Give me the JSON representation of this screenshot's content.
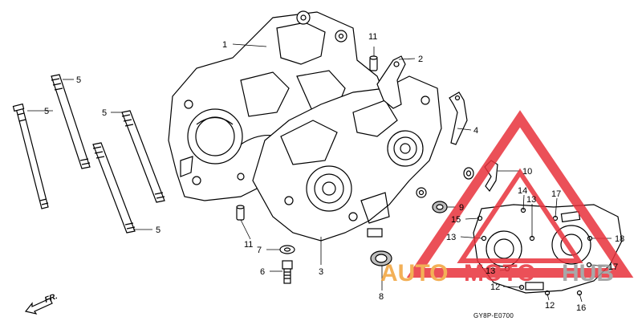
{
  "callouts": {
    "c1": "1",
    "c2": "2",
    "c3": "3",
    "c4": "4",
    "c5a": "5",
    "c5b": "5",
    "c5c": "5",
    "c5d": "5",
    "c6": "6",
    "c7": "7",
    "c8": "8",
    "c9": "9",
    "c10": "10",
    "c11a": "11",
    "c11b": "11",
    "c12a": "12",
    "c12b": "12",
    "c13a": "13",
    "c13b": "13",
    "c13c": "13",
    "c14": "14",
    "c15": "15",
    "c16": "16",
    "c17a": "17",
    "c17b": "17",
    "c18": "18"
  },
  "direction_label": "FR.",
  "drawing_code": "GY8P-E0700",
  "watermark": {
    "text_auto": "AUTO",
    "text_moto": "MOTO",
    "text_hub": "HUB",
    "color_red": "#e8323c",
    "color_orange": "#f2a33a",
    "color_gray": "#9a9a9a"
  }
}
